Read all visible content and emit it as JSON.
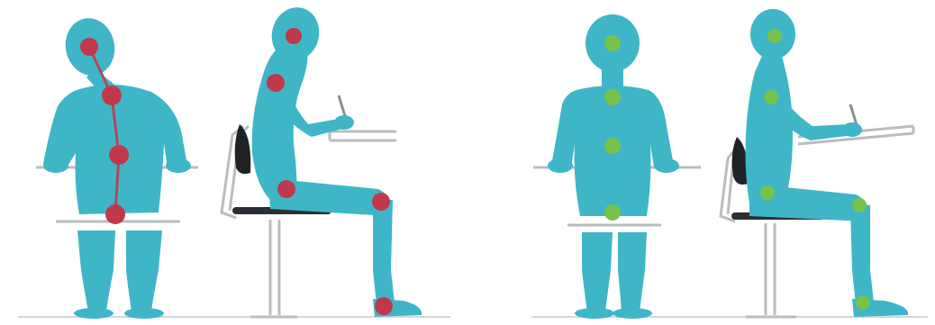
{
  "colors": {
    "background": "#ffffff",
    "body": "#3fb6c7",
    "bad_joint": "#c0394b",
    "bad_spine_line": "#b0495a",
    "good_joint": "#79c24a",
    "furniture_line": "#b9bcc0",
    "chair_seat": "#2b2f33",
    "cushion": "#1f2326",
    "floor": "#d5d8db"
  },
  "figures": [
    {
      "id": "bad-back-view",
      "posture": "incorrect",
      "view": "back"
    },
    {
      "id": "bad-side-view",
      "posture": "incorrect",
      "view": "side"
    },
    {
      "id": "good-back-view",
      "posture": "correct",
      "view": "back"
    },
    {
      "id": "good-side-view",
      "posture": "correct",
      "view": "side"
    }
  ]
}
